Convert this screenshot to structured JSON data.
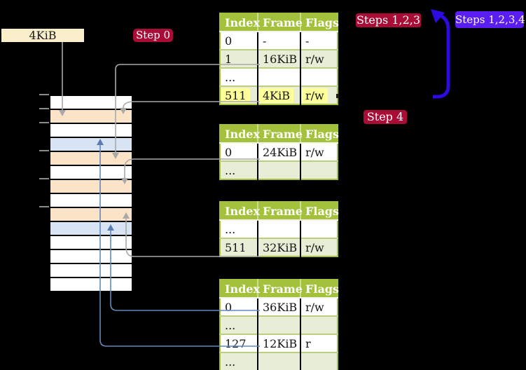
{
  "labels": {
    "page_box": "4KiB",
    "step0": "Step 0",
    "steps123": "Steps 1,2,3",
    "steps1234": "Steps 1,2,3,4",
    "step4": "Step 4"
  },
  "tables": [
    {
      "headers": [
        "Index",
        "Frame",
        "Flags"
      ],
      "rows": [
        {
          "cells": [
            "0",
            "-",
            "-"
          ],
          "highlighted": false
        },
        {
          "cells": [
            "1",
            "16KiB",
            "r/w"
          ],
          "highlighted": false
        },
        {
          "cells": [
            "...",
            "",
            ""
          ],
          "highlighted": false
        },
        {
          "cells": [
            "511",
            "4KiB",
            "r/w"
          ],
          "highlighted": true
        }
      ]
    },
    {
      "headers": [
        "Index",
        "Frame",
        "Flags"
      ],
      "rows": [
        {
          "cells": [
            "0",
            "24KiB",
            "r/w"
          ],
          "highlighted": false
        },
        {
          "cells": [
            "...",
            "",
            ""
          ],
          "highlighted": false
        }
      ]
    },
    {
      "headers": [
        "Index",
        "Frame",
        "Flags"
      ],
      "rows": [
        {
          "cells": [
            "...",
            "",
            ""
          ],
          "highlighted": false
        },
        {
          "cells": [
            "511",
            "32KiB",
            "r/w"
          ],
          "highlighted": false
        }
      ]
    },
    {
      "headers": [
        "Index",
        "Frame",
        "Flags"
      ],
      "rows": [
        {
          "cells": [
            "0",
            "36KiB",
            "r/w"
          ],
          "highlighted": false
        },
        {
          "cells": [
            "...",
            "",
            ""
          ],
          "highlighted": false
        },
        {
          "cells": [
            "127",
            "12KiB",
            "r"
          ],
          "highlighted": false
        },
        {
          "cells": [
            "...",
            "",
            ""
          ],
          "highlighted": false
        }
      ]
    }
  ],
  "memory": {
    "rows": [
      "white",
      "peach",
      "white",
      "blue",
      "peach",
      "white",
      "peach",
      "white",
      "peach",
      "blue",
      "white",
      "white",
      "white",
      "white"
    ]
  },
  "arrows": [
    {
      "name": "arrow-pagebox-down",
      "color": "gray",
      "direction": "down"
    },
    {
      "name": "arrow-table1-row1",
      "color": "gray",
      "direction": "down"
    },
    {
      "name": "arrow-table1-row511",
      "color": "gray",
      "direction": "down"
    },
    {
      "name": "arrow-table2-row0",
      "color": "gray",
      "direction": "down"
    },
    {
      "name": "arrow-table3-row511",
      "color": "gray",
      "direction": "up"
    },
    {
      "name": "arrow-table4-row0",
      "color": "steel-blue",
      "direction": "up"
    },
    {
      "name": "arrow-table4-row127",
      "color": "steel-blue",
      "direction": "up"
    },
    {
      "name": "loop-arrow",
      "color": "thick-blue",
      "direction": "up-left"
    }
  ],
  "colors": {
    "background": "#000000",
    "badge_red": "#a90d36",
    "badge_blue": "#5a1ef2",
    "table_header_green": "#a3c13a",
    "table_row_green": "#e8eed5",
    "highlight_yellow": "#ffff99",
    "frame_peach": "#fbe3c8",
    "frame_blue": "#d8e4f4",
    "arrow_gray": "#a9a9a9",
    "arrow_steel_blue": "#6288bd",
    "arrow_thick_blue": "#2c0ce0"
  }
}
